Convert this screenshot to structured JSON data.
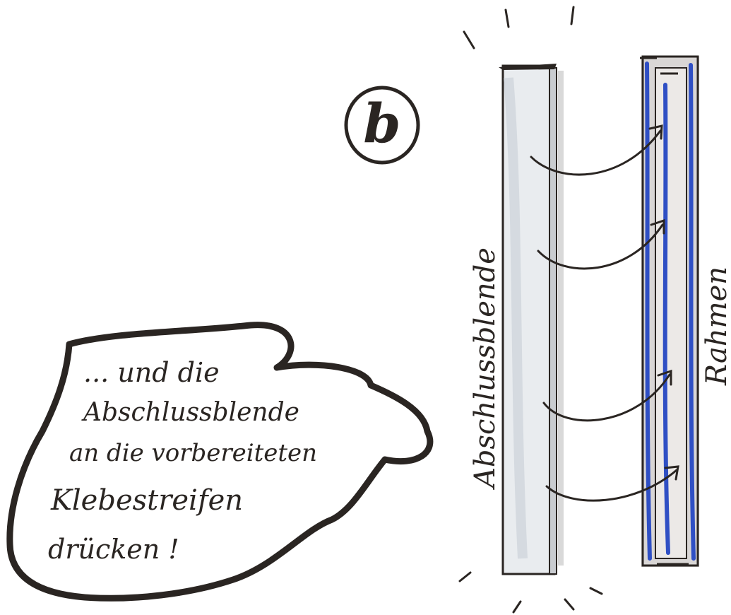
{
  "step_marker": "b",
  "labels": {
    "cover_strip": "Abschlussblende",
    "frame": "Rahmen"
  },
  "bubble": {
    "lines": [
      "... und die",
      "Abschlussblende",
      "an die vorbereiteten",
      "Klebestreifen",
      "drücken !"
    ]
  },
  "colors": {
    "ink": "#2a2522",
    "tape_blue": "#2f4fc4",
    "frame_shadow": "#b9b5b2",
    "strip_fill": "#e9ecef"
  }
}
